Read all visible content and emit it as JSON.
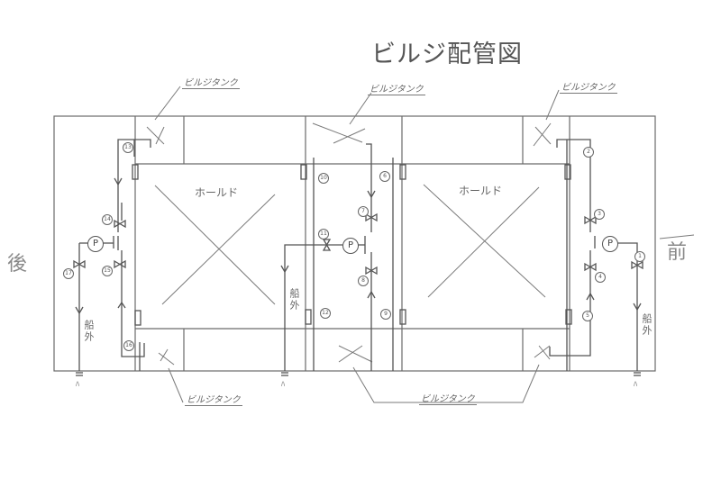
{
  "title": "ビルジ配管図",
  "sides": {
    "aft": "後",
    "fore": "前"
  },
  "holds": [
    {
      "id": "hold-aft",
      "label": "ホールド"
    },
    {
      "id": "hold-fore",
      "label": "ホールド"
    }
  ],
  "bilge_tank_labels": {
    "top_left": "ビルジタンク",
    "top_center": "ビルジタンク",
    "top_right": "ビルジタンク",
    "bottom_left": "ビルジタンク",
    "bottom_center": "ビルジタンク"
  },
  "overboard": {
    "left": "船外",
    "center": "船外",
    "right": "船外",
    "outlet_marks": [
      "ﾊ",
      "ﾊ",
      "ﾊ"
    ]
  },
  "pumps": [
    {
      "id": "pump-aft",
      "label": "P"
    },
    {
      "id": "pump-center",
      "label": "P"
    },
    {
      "id": "pump-fore",
      "label": "P"
    }
  ],
  "valve_numbers": [
    "1",
    "2",
    "3",
    "4",
    "5",
    "6",
    "7",
    "8",
    "9",
    "10",
    "11",
    "12",
    "13",
    "14",
    "15",
    "16",
    "17"
  ],
  "valves": {
    "v1": "①",
    "v2": "②",
    "v3": "③",
    "v4": "④",
    "v5": "⑤",
    "v6": "⑥",
    "v7": "⑦",
    "v8": "⑧",
    "v9": "⑨",
    "v10": "⑩",
    "v11": "⑪",
    "v12": "⑫",
    "v13": "⑬",
    "v14": "⑭",
    "v15": "⑮",
    "v16": "⑯",
    "v17": "⑰"
  },
  "colors": {
    "line": "#6a6a6a",
    "text": "#666666",
    "background": "#ffffff"
  }
}
